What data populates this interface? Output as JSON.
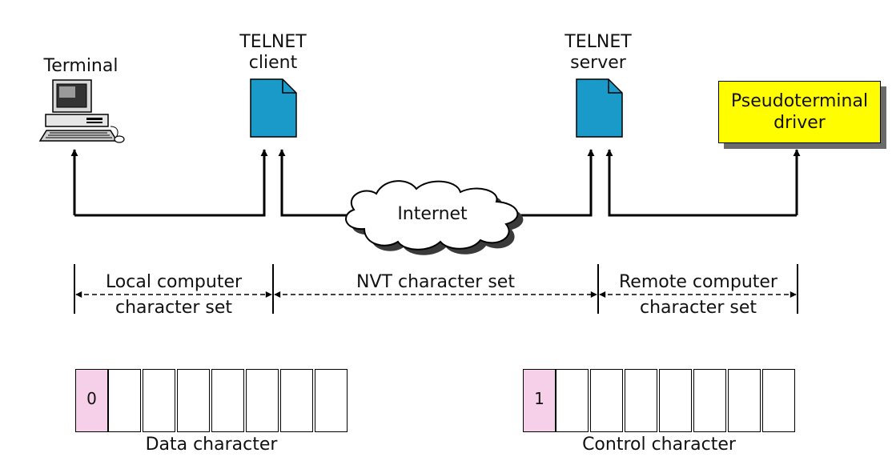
{
  "nodes": {
    "terminal_label": "Terminal",
    "client_label": [
      "TELNET",
      "client"
    ],
    "server_label": [
      "TELNET",
      "server"
    ],
    "pseudo_label": [
      "Pseudoterminal",
      "driver"
    ],
    "internet_label": "Internet"
  },
  "spans": {
    "local": [
      "Local computer",
      "character set"
    ],
    "nvt": "NVT character set",
    "remote": [
      "Remote computer",
      "character set"
    ]
  },
  "chars": {
    "data": {
      "first_bit": "0",
      "caption": "Data character"
    },
    "control": {
      "first_bit": "1",
      "caption": "Control character"
    }
  },
  "colors": {
    "document": "#1a9ac8",
    "pseudo_box": "#fffd00",
    "flag_bit": "#f6d0e8",
    "cloud_shadow": "#3a3a3a"
  },
  "icons": [
    "computer-terminal-icon",
    "document-icon",
    "cloud-icon"
  ]
}
